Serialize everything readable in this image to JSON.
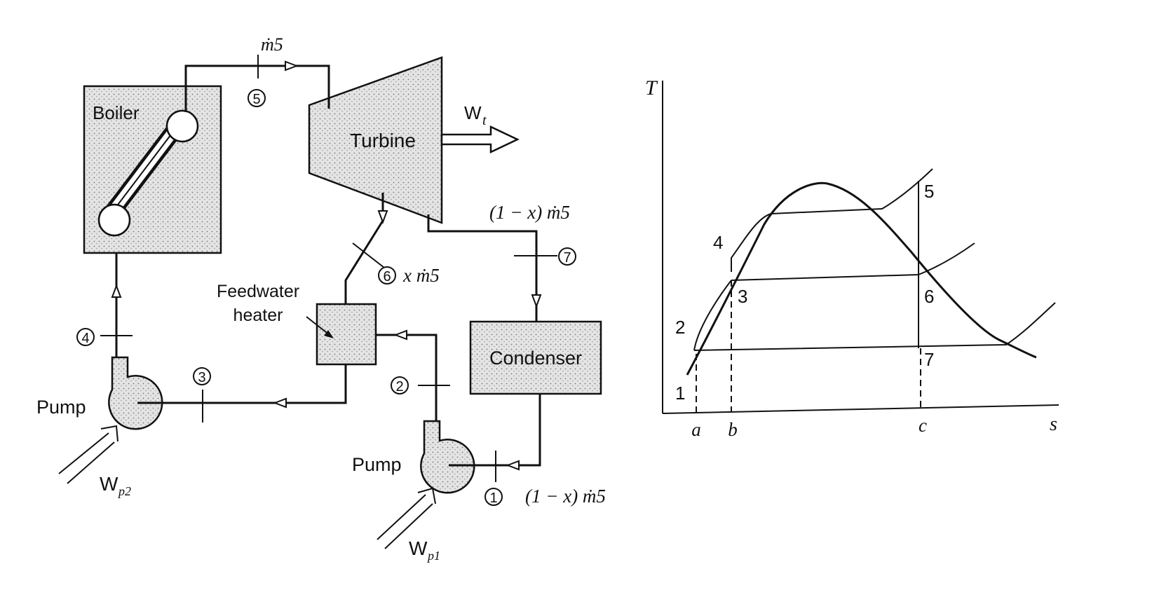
{
  "schematic": {
    "boiler": "Boiler",
    "turbine": "Turbine",
    "condenser": "Condenser",
    "feedwater_heater": [
      "Feedwater",
      "heater"
    ],
    "pump_left": "Pump",
    "pump_right": "Pump",
    "work_turbine": {
      "main": "W",
      "sub": "t"
    },
    "work_pump2": {
      "main": "W",
      "sub": "p2"
    },
    "work_pump1": {
      "main": "W",
      "sub": "p1"
    },
    "flow_top": "ṁ5",
    "flow_turbine_exit": "(1 − x) ṁ5",
    "flow_extraction": "x ṁ5",
    "flow_pump1": "(1 − x) ṁ5",
    "states": [
      "1",
      "2",
      "3",
      "4",
      "5",
      "6",
      "7"
    ]
  },
  "ts_diagram": {
    "axis_y": "T",
    "axis_x": "s",
    "ticks": [
      "a",
      "b",
      "c"
    ],
    "points": [
      "1",
      "2",
      "3",
      "4",
      "5",
      "6",
      "7"
    ]
  }
}
